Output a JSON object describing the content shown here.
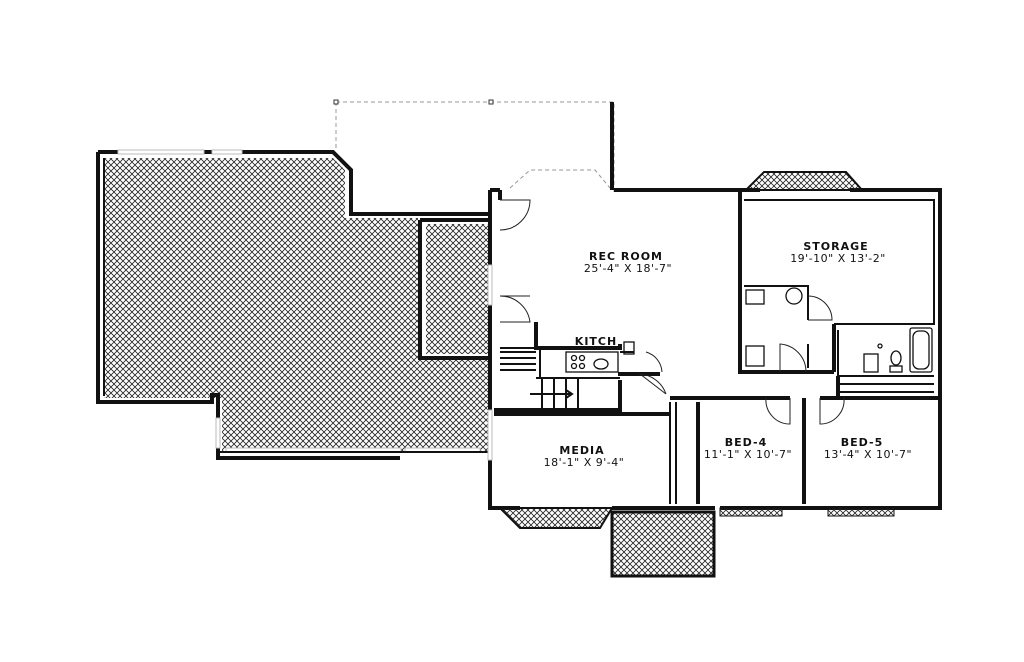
{
  "rooms": {
    "rec_room": {
      "name": "REC ROOM",
      "dims": "25'-4\" X 18'-7\""
    },
    "storage": {
      "name": "STORAGE",
      "dims": "19'-10\" X 13'-2\""
    },
    "kitchen": {
      "name": "KITCH"
    },
    "media": {
      "name": "MEDIA",
      "dims": "18'-1\" X 9'-4\""
    },
    "bed4": {
      "name": "BED-4",
      "dims": "11'-1\" X 10'-7\""
    },
    "bed5": {
      "name": "BED-5",
      "dims": "13'-4\" X 10'-7\""
    }
  },
  "colors": {
    "wall": "#111111",
    "hatch": "#222222",
    "background": "#ffffff"
  }
}
